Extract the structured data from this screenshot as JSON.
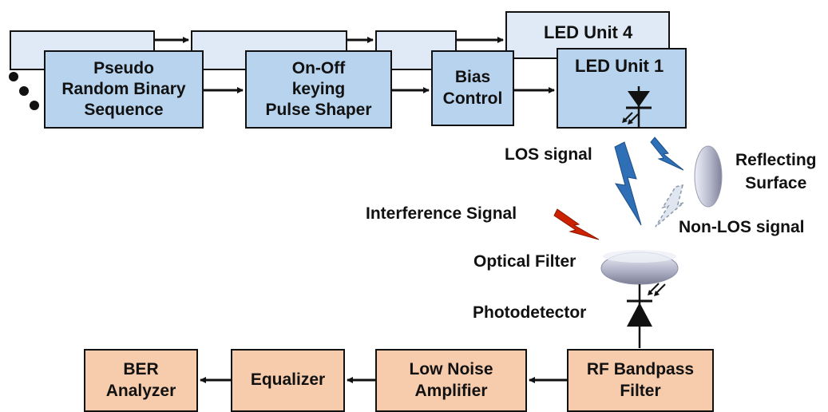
{
  "transmitter": {
    "prbs_label": "Pseudo\nRandom Binary\nSequence",
    "ook_label": "On-Off\nkeying\nPulse Shaper",
    "bias_label": "Bias\nControl",
    "led_unit_1": "LED Unit 1",
    "led_unit_4": "LED Unit 4"
  },
  "channel": {
    "los_signal": "LOS signal",
    "non_los_signal": "Non-LOS signal",
    "interference_signal": "Interference Signal",
    "reflecting_surface": "Reflecting\nSurface",
    "optical_filter": "Optical Filter",
    "photodetector": "Photodetector"
  },
  "receiver": {
    "rf_bandpass": "RF Bandpass\nFilter",
    "lna": "Low Noise\nAmplifier",
    "equalizer": "Equalizer",
    "ber_analyzer": "BER\nAnalyzer"
  },
  "colors": {
    "tx_block": "#b7d3ed",
    "tx_block_back": "#dfeaf6",
    "rx_block": "#f6ccac",
    "los_bolt": "#2f6fb6",
    "interference_bolt": "#cc2200"
  }
}
